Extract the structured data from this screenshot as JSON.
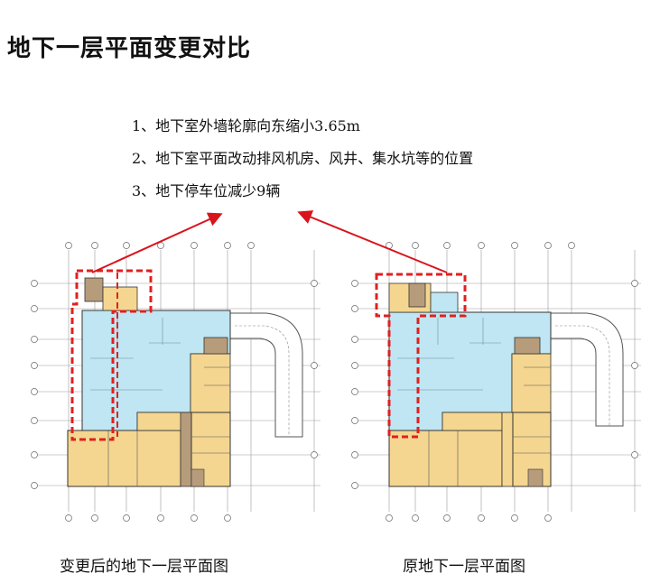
{
  "page_title": "地下一层平面变更对比",
  "notes": [
    "1、地下室外墙轮廓向东缩小3.65m",
    "2、地下室平面改动排风机房、风井、集水坑等的位置",
    "3、地下停车位减少9辆"
  ],
  "captions": {
    "left": "变更后的地下一层平面图",
    "right": "原地下一层平面图"
  },
  "colors": {
    "parking": "#bfe6f2",
    "rooms": "#f4d690",
    "service": "#b79c7c",
    "ramp": "#ffffff",
    "highlight": "#e02020",
    "annotation_arrow": "#d9141c"
  }
}
